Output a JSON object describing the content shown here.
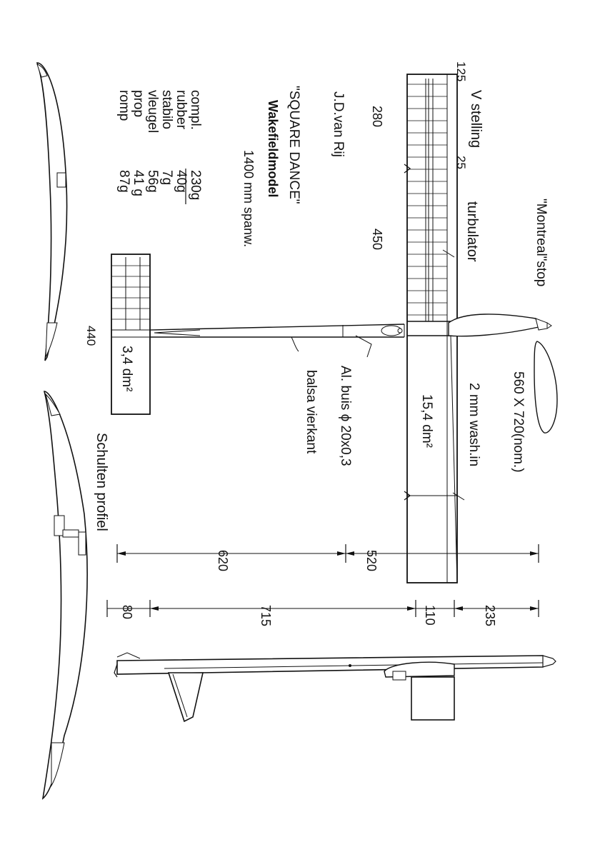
{
  "title": "\"SQUARE DANCE\"",
  "designer": "J.D.van Rij",
  "subtitle": "Wakefieldmodel",
  "span": "1400 mm spanw.",
  "weights": [
    {
      "part": "romp",
      "value": "87g"
    },
    {
      "part": "prop",
      "value": "41 g"
    },
    {
      "part": "vleugel",
      "value": "56g"
    },
    {
      "part": "stabilo",
      "value": "7g"
    },
    {
      "part": "rubber",
      "value": "40g"
    },
    {
      "part": "compl.",
      "value": "230g"
    }
  ],
  "labels": {
    "montreal": "\"Montreal\"stop",
    "propeller": "560 X 720(nom.)",
    "washin": "2 mm wash.in",
    "wing_area": "15,4 dm²",
    "al_tube": "Al. buis ϕ 20x0,3",
    "balsa": "balsa vierkant",
    "stab_area": "3,4 dm²",
    "stab_span": "440",
    "turbulator": "turbulator",
    "v_setting": "V stelling",
    "v_125": "125",
    "v_25": "25",
    "dim_280": "280",
    "dim_450": "450",
    "airfoil": "Schulten profiel"
  },
  "dimensions_upper": [
    "620",
    "520"
  ],
  "dimensions_lower": [
    "80",
    "715",
    "110",
    "235"
  ]
}
